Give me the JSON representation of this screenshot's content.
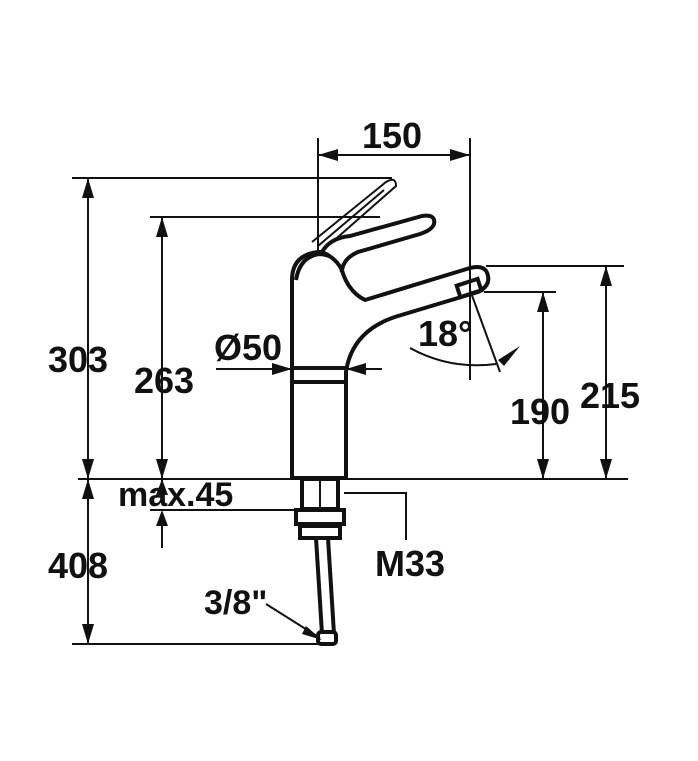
{
  "labels": {
    "width_spout": "150",
    "height_total": "303",
    "height_body": "263",
    "diameter": "Ø50",
    "spout_angle": "18°",
    "spout_height_190": "190",
    "spout_height_215": "215",
    "max_deck": "max.45",
    "thread": "M33",
    "hose_length": "408",
    "hose_connection": "3/8\""
  },
  "colors": {
    "line": "#111111",
    "background": "#ffffff"
  }
}
